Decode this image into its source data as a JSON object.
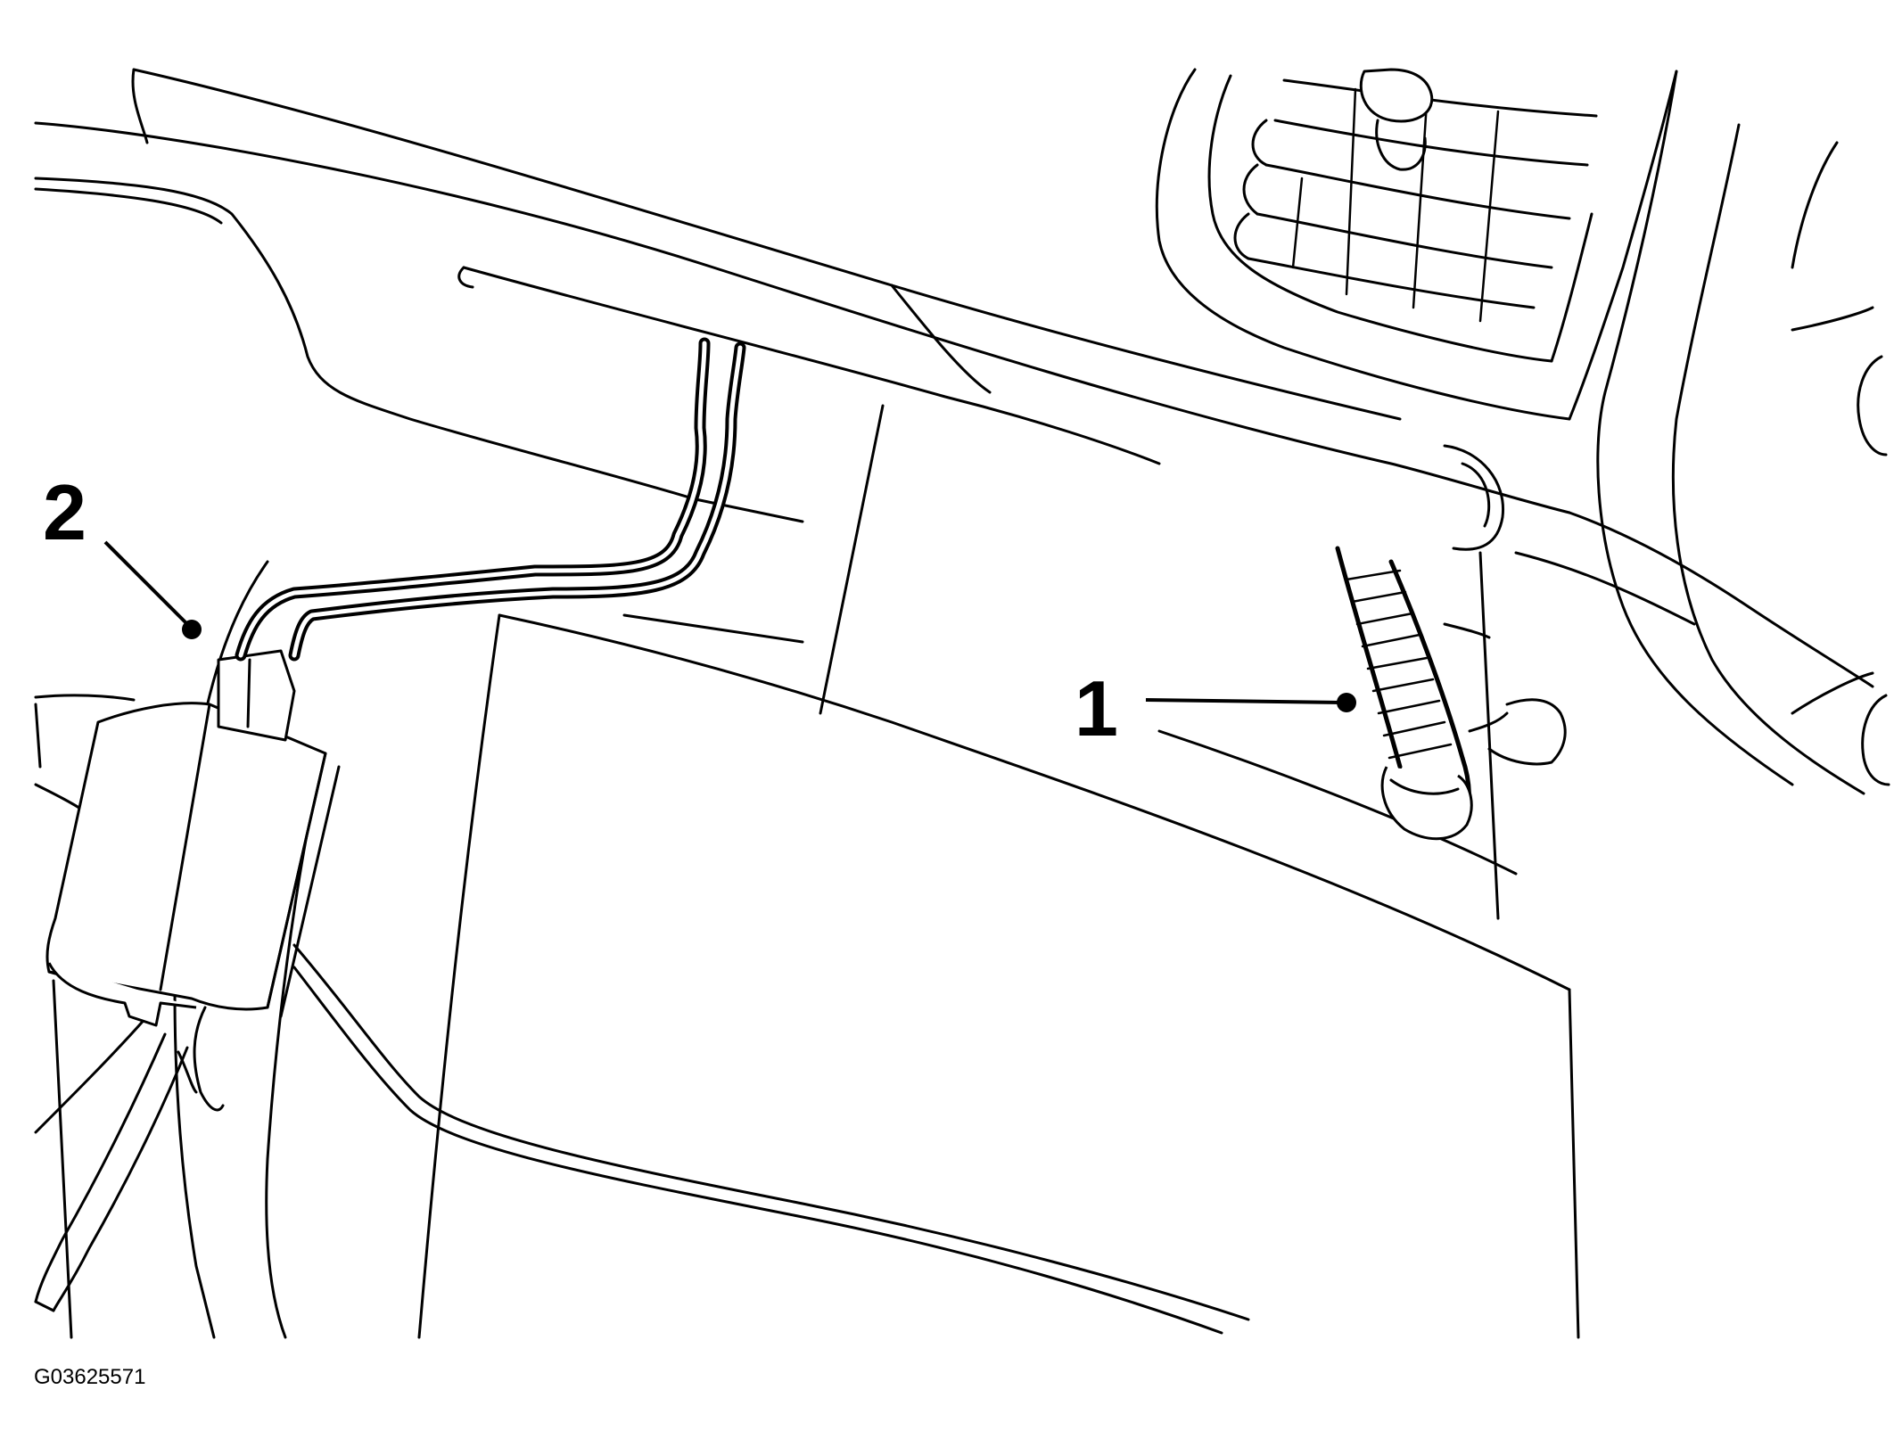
{
  "callouts": [
    {
      "label": "1"
    },
    {
      "label": "2"
    }
  ],
  "figure_id": "G03625571"
}
